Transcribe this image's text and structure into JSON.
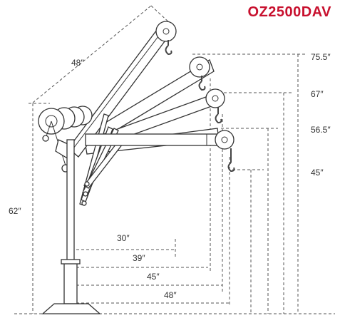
{
  "model": {
    "name": "OZ2500DAV",
    "color": "#c8102e"
  },
  "dimensions": {
    "boom_length": "48″",
    "mast_height": "62″",
    "heights": [
      "75.5″",
      "67″",
      "56.5″",
      "45″"
    ],
    "reaches": [
      "30″",
      "39″",
      "45″",
      "48″"
    ]
  }
}
